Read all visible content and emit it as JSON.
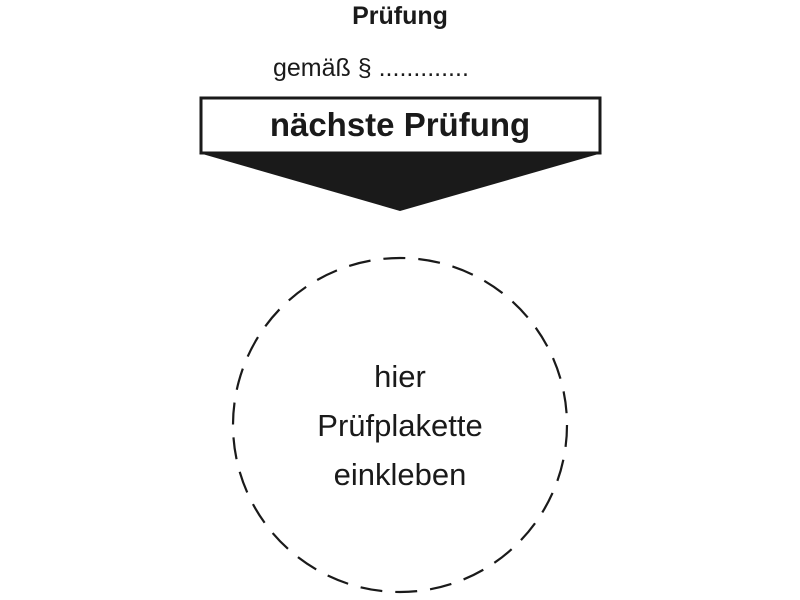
{
  "label": {
    "title": "Prüfung",
    "regulation_line": "gemäß § .............",
    "banner_text": "nächste Prüfung",
    "placeholder_lines": [
      "hier",
      "Prüfplakette",
      "einkleben"
    ]
  },
  "colors": {
    "ink": "#1a1a1a",
    "background": "#ffffff"
  }
}
